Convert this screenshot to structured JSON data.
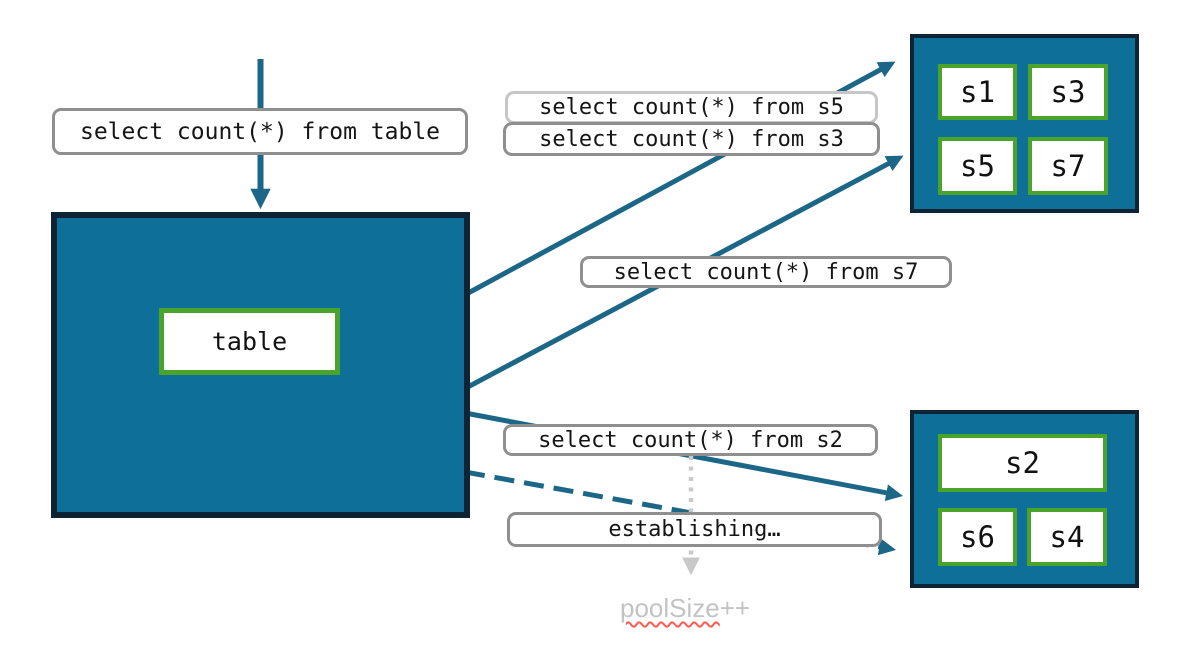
{
  "queries": {
    "table": "select count(*) from table",
    "s5": "select count(*) from s5",
    "s3": "select count(*) from s3",
    "s7": "select count(*) from s7",
    "s2": "select count(*) from s2",
    "establishing": "establishing…"
  },
  "table_node": {
    "label": "table"
  },
  "shard_groups": {
    "top": {
      "shards": [
        "s1",
        "s3",
        "s5",
        "s7"
      ]
    },
    "bottom": {
      "shards": [
        "s2",
        "s6",
        "s4"
      ]
    }
  },
  "annotations": {
    "pool_size_word": "poolSize",
    "pool_size_suffix": "++"
  },
  "icons": {
    "solid_arrows": "teal-arrow-icon",
    "dashed_arrow": "teal-dashed-arrow-icon",
    "dotted_arrow": "gray-dotted-arrow-icon"
  },
  "colors": {
    "node_fill": "#0e6f99",
    "node_border": "#0c2433",
    "shard_border": "#4aa32b",
    "arrow": "#1c6787",
    "label_border": "#8f8f8f",
    "label_border_light": "#c6c6c6",
    "muted_text": "#c3c3c3",
    "squiggle": "#ff5b50",
    "dotted_arrow": "#c9c9c9"
  }
}
